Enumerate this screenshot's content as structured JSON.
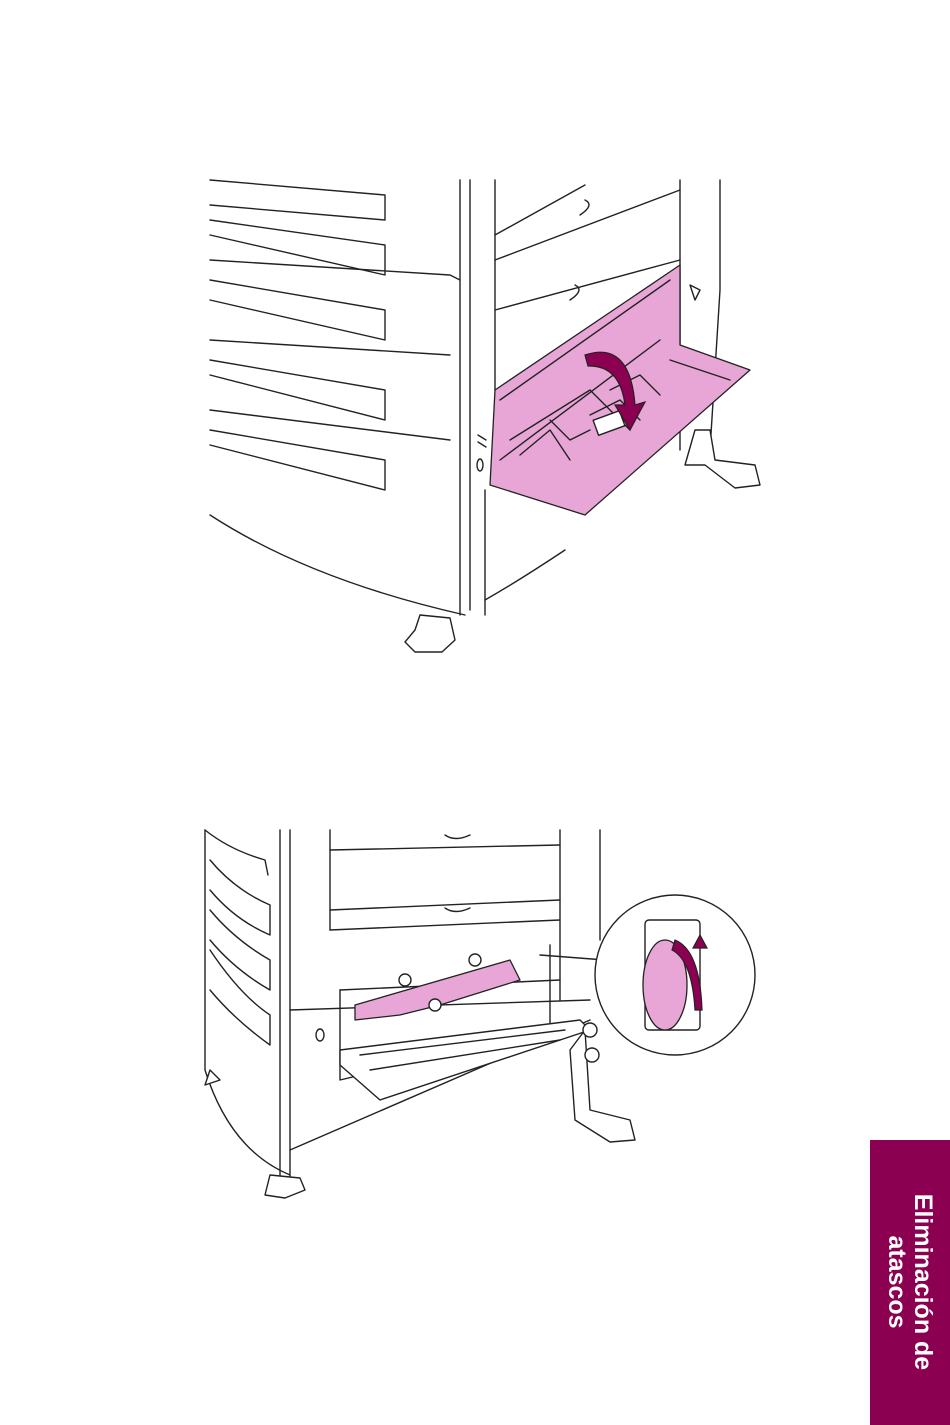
{
  "side_tab": {
    "line1": "Eliminación de",
    "line2": "atascos",
    "color": "#8c0052"
  },
  "illustrations": [
    {
      "icon": "printer-door-opening-illustration"
    },
    {
      "icon": "printer-knob-turn-illustration"
    }
  ],
  "colors": {
    "highlight": "#e7a6d6",
    "accent": "#8c0052"
  }
}
